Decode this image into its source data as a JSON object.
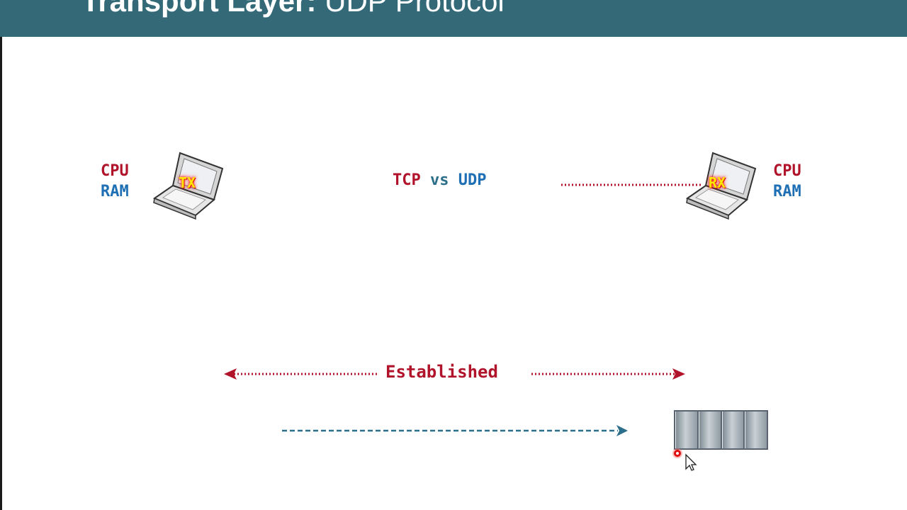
{
  "slide": {
    "title_main": "Transport Layer:",
    "title_sub": " UDP Protocol"
  },
  "sender": {
    "cpu_label": "CPU",
    "ram_label": "RAM",
    "tag": "TX"
  },
  "receiver": {
    "cpu_label": "CPU",
    "ram_label": "RAM",
    "tag": "RX"
  },
  "comparison": {
    "left": "TCP",
    "middle": "vs",
    "right": "UDP"
  },
  "connection": {
    "label": "Established"
  },
  "buffer": {
    "cells": [
      "",
      "",
      "",
      ""
    ]
  },
  "colors": {
    "header": "#346a78",
    "cpu": "#b0132a",
    "ram": "#1e6fb4",
    "established": "#b0132a",
    "data_arrow": "#2b6f8a"
  }
}
